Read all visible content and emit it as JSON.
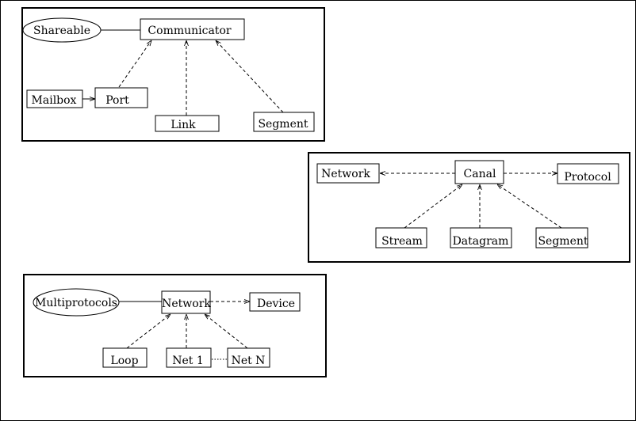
{
  "panels": [
    {
      "id": "communicator",
      "nodes": {
        "shareable": "Shareable",
        "communicator": "Communicator",
        "mailbox": "Mailbox",
        "port": "Port",
        "link": "Link",
        "segment": "Segment"
      }
    },
    {
      "id": "canal",
      "nodes": {
        "network": "Network",
        "canal": "Canal",
        "protocol": "Protocol",
        "stream": "Stream",
        "datagram": "Datagram",
        "segment": "Segment"
      }
    },
    {
      "id": "network",
      "nodes": {
        "multiprotocols": "Multiprotocols",
        "network": "Network",
        "device": "Device",
        "loop": "Loop",
        "net1": "Net 1",
        "netn": "Net N"
      }
    }
  ]
}
